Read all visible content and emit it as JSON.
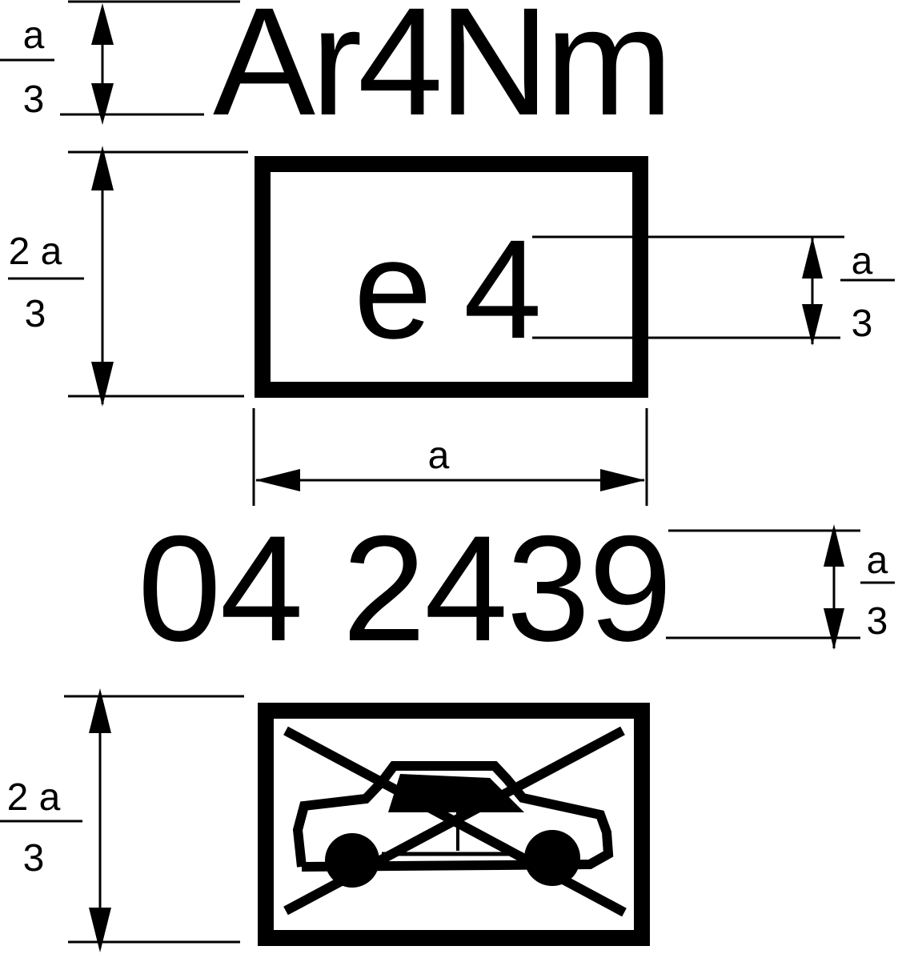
{
  "colors": {
    "ink": "#000000",
    "background": "#ffffff"
  },
  "top_text": "Ar4Nm",
  "country_mark": "e4",
  "approval_number": "04 2439",
  "dimensions": {
    "a": "a",
    "two_a": "2 a",
    "three": "3"
  },
  "pictogram": "car-crossed-out-icon"
}
